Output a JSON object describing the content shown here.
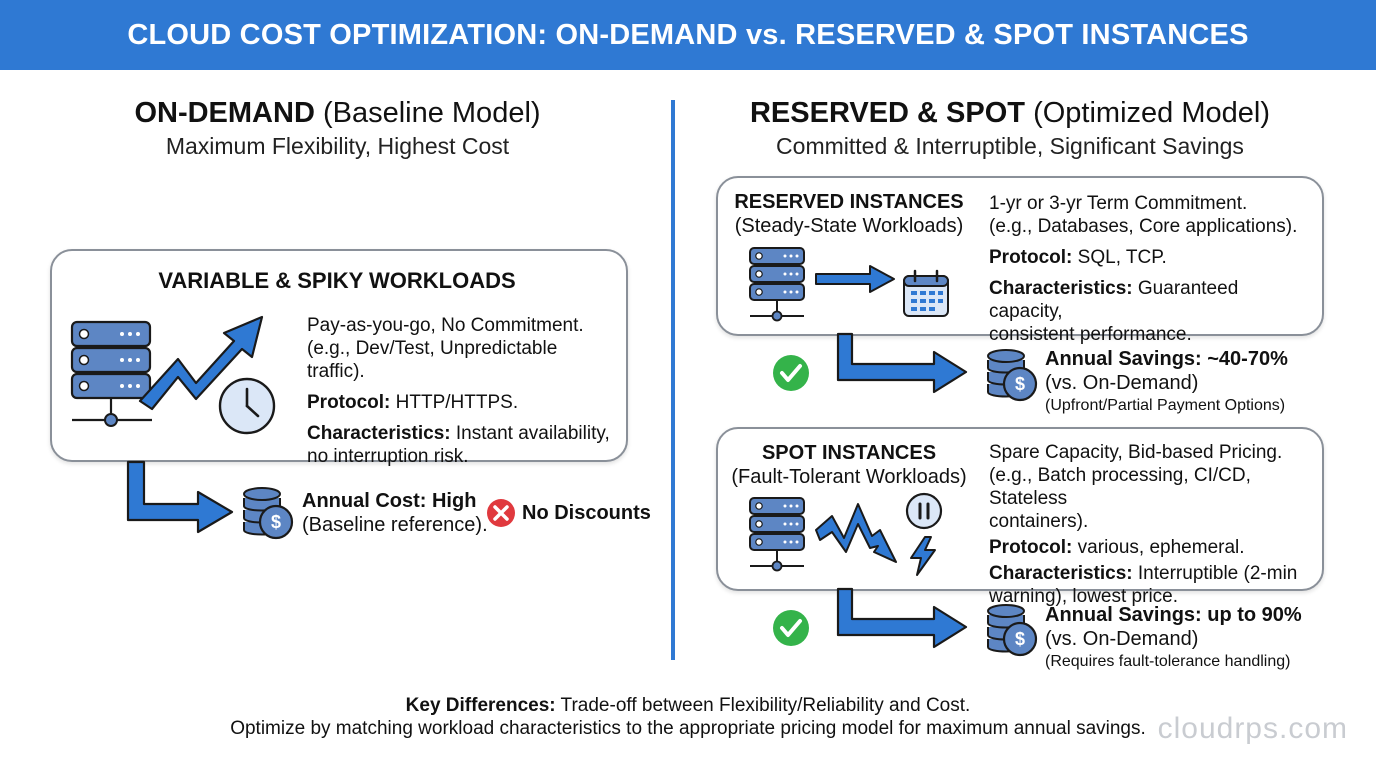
{
  "banner": {
    "title": "CLOUD COST OPTIMIZATION: ON-DEMAND vs. RESERVED & SPOT INSTANCES"
  },
  "left": {
    "title_bold": "ON-DEMAND",
    "title_rest": " (Baseline Model)",
    "subtitle": "Maximum Flexibility, Highest Cost",
    "card": {
      "header": "VARIABLE & SPIKY WORKLOADS",
      "line1": "Pay-as-you-go, No Commitment.",
      "line2": "(e.g., Dev/Test, Unpredictable traffic).",
      "protocol_label": "Protocol:",
      "protocol_value": " HTTP/HTTPS.",
      "char_label": "Characteristics:",
      "char_value_1": " Instant availability,",
      "char_value_2": "no interruption risk."
    },
    "cost": {
      "title": "Annual Cost: High",
      "note": "(Baseline reference).",
      "badge": "No Discounts"
    }
  },
  "right": {
    "title_bold": "RESERVED & SPOT",
    "title_rest": " (Optimized Model)",
    "subtitle": "Committed & Interruptible, Significant Savings",
    "reserved": {
      "header": "RESERVED INSTANCES",
      "sub": "(Steady-State Workloads)",
      "line1": "1-yr or 3-yr Term Commitment.",
      "line2": "(e.g., Databases, Core applications).",
      "protocol_label": "Protocol:",
      "protocol_value": " SQL, TCP.",
      "char_label": "Characteristics:",
      "char_value_1": " Guaranteed capacity,",
      "char_value_2": "consistent performance.",
      "savings_title": "Annual Savings: ~40-70%",
      "savings_vs": "(vs. On-Demand)",
      "savings_note": "(Upfront/Partial Payment Options)"
    },
    "spot": {
      "header": "SPOT INSTANCES",
      "sub": "(Fault-Tolerant Workloads)",
      "line1": "Spare Capacity, Bid-based Pricing.",
      "line2": "(e.g., Batch processing, CI/CD, Stateless",
      "line3": "containers).",
      "protocol_label": "Protocol:",
      "protocol_value": " various, ephemeral.",
      "char_label": "Characteristics:",
      "char_value_1": " Interruptible (2-min",
      "char_value_2": "warning), lowest price.",
      "savings_title": "Annual Savings: up to 90%",
      "savings_vs": "(vs. On-Demand)",
      "savings_note": "(Requires fault-tolerance handling)"
    }
  },
  "footer": {
    "key_label": "Key Differences:",
    "key_text": " Trade-off between Flexibility/Reliability and Cost.",
    "line2": "Optimize by matching workload characteristics to the appropriate pricing model for maximum annual savings."
  },
  "watermark": "cloudrps.com",
  "colors": {
    "accent": "#2f79d3",
    "server": "#5d86c4",
    "success": "#34b34a",
    "error": "#e0393e"
  },
  "icons": [
    "server-icon",
    "trend-up-arrow-icon",
    "clock-icon",
    "calendar-icon",
    "coin-stack-icon",
    "check-icon",
    "x-icon",
    "pause-icon",
    "lightning-icon",
    "volatile-arrow-icon"
  ]
}
